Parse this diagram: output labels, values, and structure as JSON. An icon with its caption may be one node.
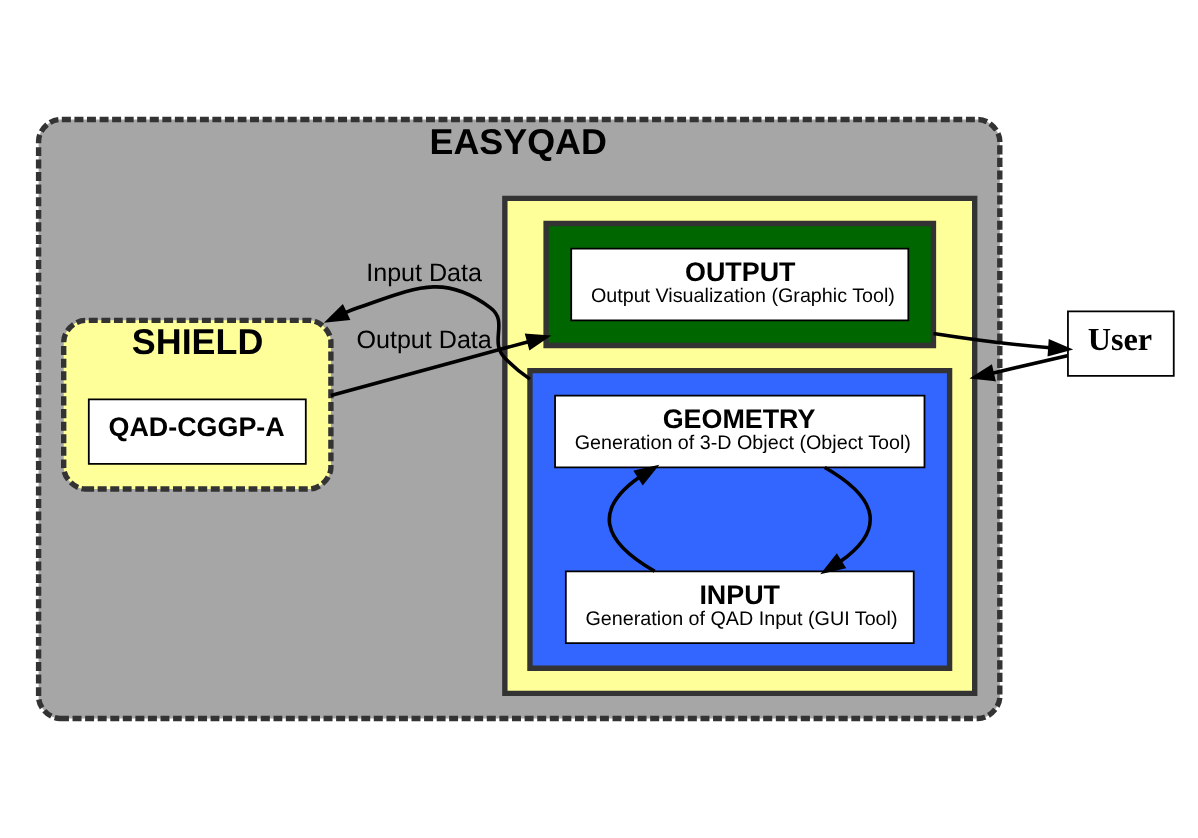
{
  "diagram": {
    "nodes": [
      {
        "text": [
          "EASYQAD"
        ]
      },
      {
        "text": [
          "SHIELD"
        ],
        "in": 0
      },
      {
        "text": [
          "QAD-CGGP-A"
        ],
        "in": 1
      },
      {
        "text": [],
        "shape": "box",
        "in": 0
      },
      {
        "text": [],
        "shape": "box",
        "in": 3
      },
      {
        "text": [
          "GEOMETRY",
          "Generation of 3-D Object (Object Tool)"
        ],
        "in": 4
      },
      {
        "text": [
          "INPUT",
          "Generation of QAD Input (GUI Tool)"
        ],
        "in": 4
      },
      {
        "text": [],
        "shape": "box",
        "in": 3
      },
      {
        "text": [
          "OUTPUT",
          "Output Visualization (Graphic Tool)"
        ],
        "in": 7
      },
      {
        "text": [
          "User"
        ]
      }
    ],
    "edges": [
      {
        "from": 9,
        "to": 3,
        "arrow": "to"
      },
      {
        "from": 5,
        "to": 6,
        "arrow": "to"
      },
      {
        "from": 6,
        "to": 5,
        "arrow": "to"
      },
      {
        "from": 4,
        "to": 1,
        "arrow": "to",
        "label": "Input Data"
      },
      {
        "from": 1,
        "to": 7,
        "arrow": "to",
        "label": "Output Data"
      },
      {
        "from": 7,
        "to": 9,
        "arrow": "to"
      }
    ]
  }
}
